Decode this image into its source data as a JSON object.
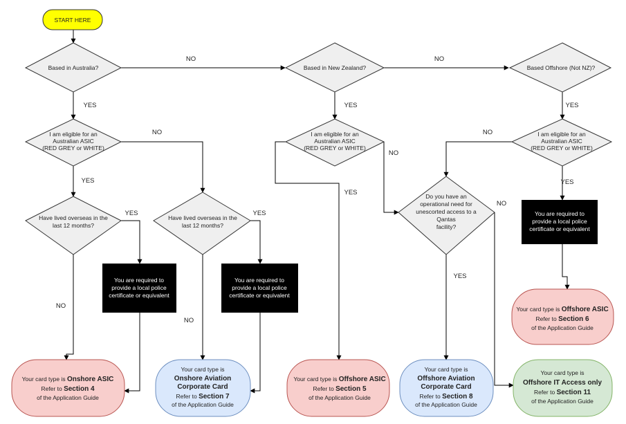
{
  "nodes": {
    "start": {
      "lines": [
        "START HERE"
      ]
    },
    "based_australia": {
      "lines": [
        "Based in Australia?"
      ]
    },
    "based_nz": {
      "lines": [
        "Based in New Zealand?"
      ]
    },
    "based_offshore": {
      "lines": [
        "Based Offshore (Not NZ)?"
      ]
    },
    "eligible_au": {
      "lines": [
        "I am eligible for an",
        "Australian ASIC",
        "(RED GREY or WHITE)"
      ]
    },
    "eligible_nz": {
      "lines": [
        "I am eligible for an",
        "Australian ASIC",
        "(RED GREY or WHITE)"
      ]
    },
    "eligible_off": {
      "lines": [
        "I am eligible for an",
        "Australian ASIC",
        "(RED GREY or WHITE)"
      ]
    },
    "overseas_1": {
      "lines": [
        "Have lived overseas in the",
        "last 12 months?"
      ]
    },
    "overseas_2": {
      "lines": [
        "Have lived overseas in the",
        "last 12 months?"
      ]
    },
    "operational": {
      "lines": [
        "Do you have an",
        "operational need for",
        "unescorted access to a",
        "Qantas",
        "facility?"
      ]
    },
    "police_1": {
      "lines": [
        "You are required to",
        "provide a local police",
        "certificate or equivalent"
      ]
    },
    "police_2": {
      "lines": [
        "You are required to",
        "provide a local police",
        "certificate or equivalent"
      ]
    },
    "police_3": {
      "lines": [
        "You are required to",
        "provide a local police",
        "certificate or equivalent"
      ]
    },
    "onshore_asic": {
      "prefix": "Your card type is ",
      "card": "Onshore ASIC",
      "refer": "Refer to ",
      "section": "Section 4",
      "guide": "of the Application Guide"
    },
    "onshore_aviation": {
      "line1": "Your card type is",
      "card": [
        "Onshore Aviation",
        "Corporate Card"
      ],
      "refer": "Refer to ",
      "section": "Section 7",
      "guide": "of the Application Guide"
    },
    "offshore_asic_5": {
      "prefix": "Your card type is ",
      "card": "Offshore ASIC",
      "refer": "Refer to ",
      "section": "Section 5",
      "guide": "of the Application Guide"
    },
    "offshore_aviation": {
      "line1": "Your card type is",
      "card": [
        "Offshore Aviation",
        "Corporate Card"
      ],
      "refer": "Refer to ",
      "section": "Section 8",
      "guide": "of the Application Guide"
    },
    "offshore_it": {
      "line1": "Your card type is",
      "card": "Offshore IT Access only",
      "refer": "Refer to ",
      "section": "Section 11",
      "guide": "of the Application Guide"
    },
    "offshore_asic_6": {
      "prefix": "Your card type is ",
      "card": "Offshore ASIC",
      "refer": "Refer to ",
      "section": "Section 6",
      "guide": "of the Application Guide"
    }
  },
  "edge_labels": {
    "au_no": "NO",
    "au_yes": "YES",
    "nz_no": "NO",
    "nz_yes": "YES",
    "off_yes": "YES",
    "elig_au_no": "NO",
    "elig_au_yes": "YES",
    "elig_nz_yes": "YES",
    "elig_nz_no": "NO",
    "elig_off_no": "NO",
    "elig_off_yes": "YES",
    "ov1_yes": "YES",
    "ov1_no": "NO",
    "ov2_yes": "YES",
    "ov2_no": "NO",
    "op_yes": "YES",
    "op_no": "NO"
  },
  "colors": {
    "start_fill": "#ffff00",
    "decision_fill": "#efefef",
    "black_box": "#000000",
    "red_fill": "#f8cecc",
    "red_stroke": "#b85450",
    "blue_fill": "#dae8fc",
    "blue_stroke": "#6c8ebf",
    "green_fill": "#d5e8d4",
    "green_stroke": "#82b366"
  }
}
